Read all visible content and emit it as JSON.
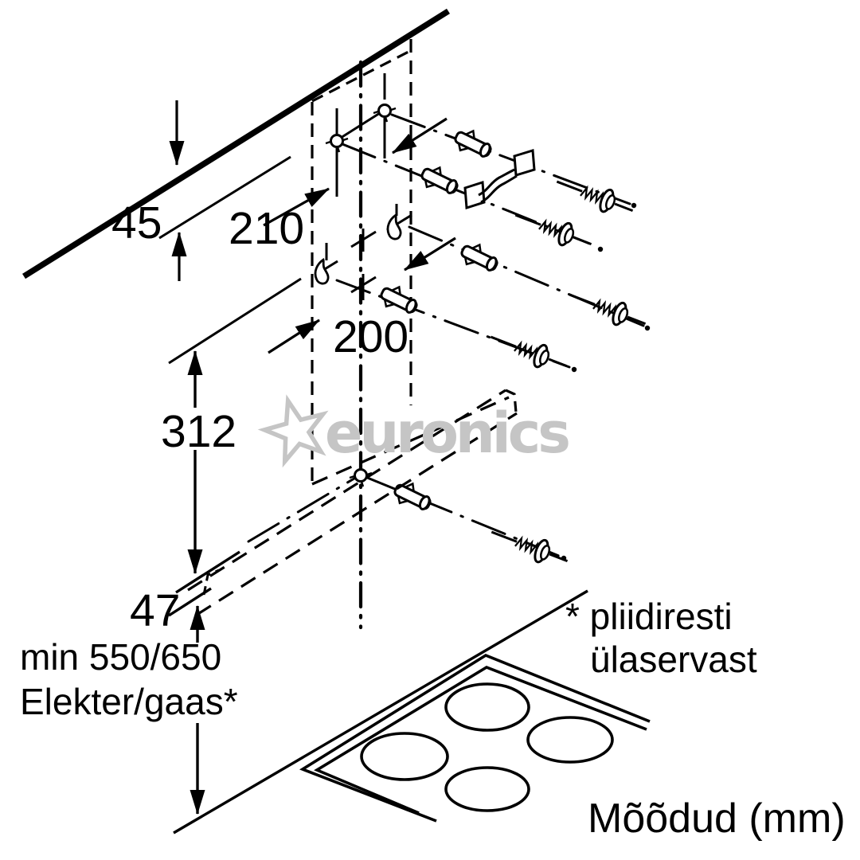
{
  "page": {
    "background": "#ffffff",
    "line_color": "#000000",
    "watermark_color": "#c5c5c5"
  },
  "watermark": {
    "text": "euronics"
  },
  "dims": {
    "ceiling_offset": "45",
    "hole_spacing": "210",
    "duct_width": "200",
    "bracket_height": "312",
    "canopy_edge": "47",
    "min_clearance": "min 550/650",
    "clearance_type": "Elekter/gaas*"
  },
  "notes": {
    "hob_note_line1": "* pliidiresti",
    "hob_note_line2": "ülaservast",
    "units_label": "Mõõdud (mm)"
  }
}
